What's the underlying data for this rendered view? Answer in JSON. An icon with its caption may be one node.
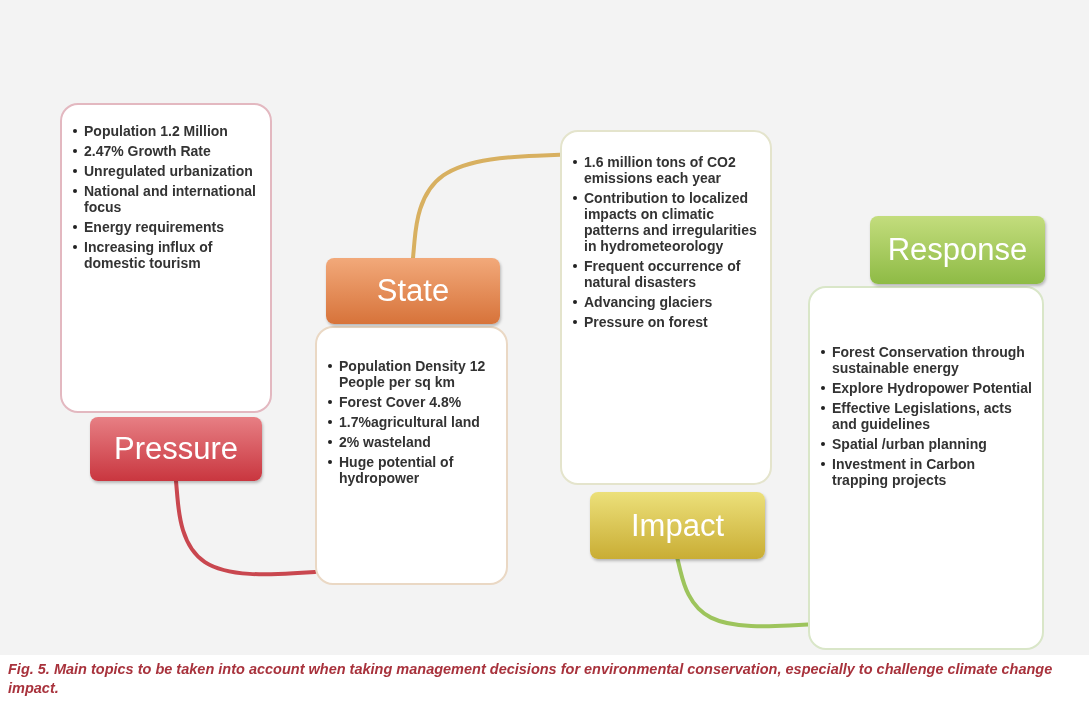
{
  "diagram": {
    "caption": "Fig. 5. Main topics to be taken into account when taking management decisions for environmental conservation, especially to challenge climate change impact.",
    "nodes": [
      {
        "text": [
          "Population 1.2 Million",
          "2.47% Growth Rate",
          "Unregulated urbanization",
          "National and international focus",
          "Energy requirements",
          "Increasing influx of domestic tourism"
        ]
      },
      {
        "text": [
          "Pressure"
        ]
      },
      {
        "text": [
          "State"
        ]
      },
      {
        "text": [
          "Population Density 12 People per sq km",
          "Forest Cover 4.8%",
          "1.7%agricultural land",
          "2% wasteland",
          "Huge potential of hydropower"
        ]
      },
      {
        "text": [
          "1.6 million tons of CO2 emissions each year",
          "Contribution to localized impacts on climatic patterns and irregularities in hydrometeorology",
          "Frequent occurrence  of natural disasters",
          "Advancing glaciers",
          "Pressure  on forest"
        ]
      },
      {
        "text": [
          "Impact"
        ]
      },
      {
        "text": [
          "Response"
        ]
      },
      {
        "text": [
          "Forest Conservation through sustainable energy",
          "Explore Hydropower Potential",
          "Effective Legislations, acts and guidelines",
          "Spatial /urban planning",
          "Investment in Carbon trapping projects"
        ]
      }
    ],
    "edges": [
      {
        "from": 1,
        "to": 3,
        "arrow": "none",
        "color": "#c9474f"
      },
      {
        "from": 2,
        "to": 4,
        "arrow": "none",
        "color": "#d8b060"
      },
      {
        "from": 5,
        "to": 7,
        "arrow": "none",
        "color": "#9dc45c"
      }
    ]
  }
}
